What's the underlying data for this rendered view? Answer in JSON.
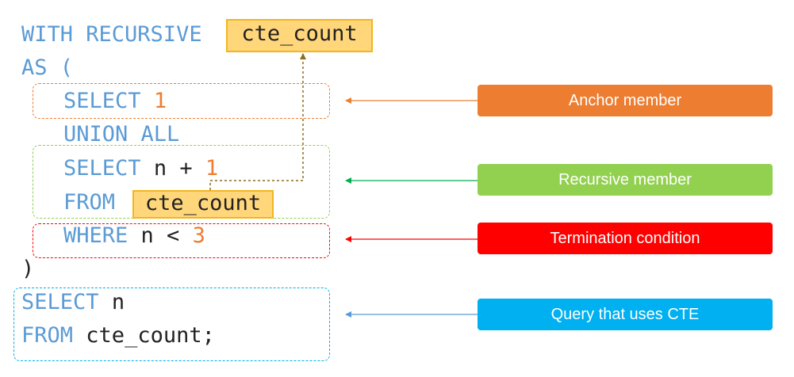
{
  "code": {
    "with_recursive": "WITH RECURSIVE",
    "cte_name_top": "cte_count",
    "as_open": "AS (",
    "select_kw_1": "SELECT",
    "num_1": "1",
    "union_all": "UNION ALL",
    "select_kw_2": "SELECT",
    "n_plus": "n +",
    "num_1b": "1",
    "from_kw_1": "FROM",
    "cte_name_mid": "cte_count",
    "where_kw": "WHERE",
    "n_lt": "n <",
    "num_3": "3",
    "close_paren": ")",
    "select_kw_3": "SELECT",
    "n": "n",
    "from_kw_2": "FROM",
    "cte_count_end": "cte_count;"
  },
  "labels": {
    "anchor": "Anchor member",
    "recursive": "Recursive member",
    "termination": "Termination condition",
    "query": "Query that uses CTE"
  },
  "colors": {
    "keyword": "#5b9bd5",
    "number": "#ed7d31",
    "highlight_fill": "#ffd67a",
    "highlight_border": "#f2b51f",
    "anchor": "#ed7d31",
    "recursive": "#92d050",
    "termination": "#ff0000",
    "query": "#00b0f0",
    "link_arrow": "#8c6d1f"
  }
}
